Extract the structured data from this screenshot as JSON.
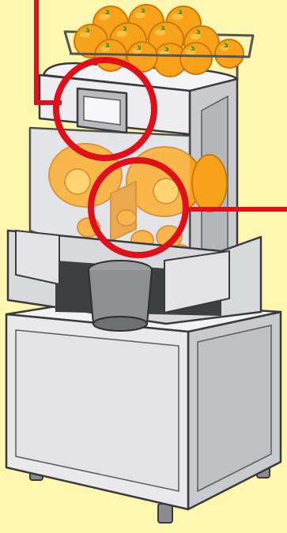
{
  "diagram": {
    "subject": "orange-juicer-machine",
    "callouts": [
      {
        "target": "control-screen"
      },
      {
        "target": "squeezing-mechanism"
      }
    ]
  },
  "colors": {
    "background": "#FFF6B0",
    "callout": "#E0101A",
    "body": "#E9E9EB",
    "body_shade": "#C9CACD",
    "orange": "#F7A21A",
    "orange_light": "#FFC84A",
    "leaf": "#3A9A2A",
    "outline": "#3A3A3C"
  }
}
